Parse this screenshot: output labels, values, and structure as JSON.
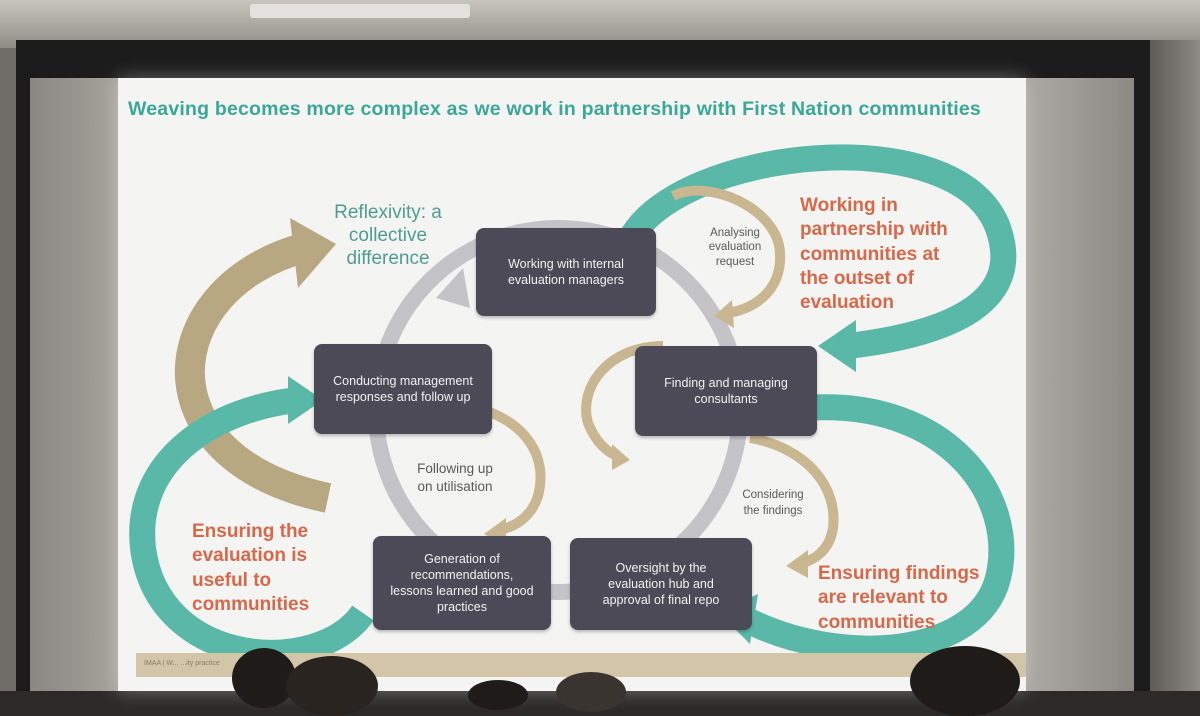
{
  "slide": {
    "title": "Weaving becomes more complex as we work in partnership with First Nation communities",
    "reflexivity": [
      "Reflexivity: a",
      "collective",
      "difference"
    ],
    "boxes": {
      "internal_managers": [
        "Working with internal",
        "evaluation managers"
      ],
      "consultants": [
        "Finding and managing",
        "consultants"
      ],
      "oversight": [
        "Oversight by the",
        "evaluation hub and",
        "approval of final repo"
      ],
      "recommendations": [
        "Generation of",
        "recommendations,",
        "lessons learned and good",
        "practices"
      ],
      "management": [
        "Conducting management",
        "responses and follow up"
      ]
    },
    "inner_labels": {
      "analysing": [
        "Analysing",
        "evaluation",
        "request"
      ],
      "considering": [
        "Considering",
        "the findings"
      ],
      "following": [
        "Following up",
        "on utilisation"
      ]
    },
    "outer_labels": {
      "partnership": [
        "Working in",
        "partnership with",
        "communities at",
        "the outset of",
        "evaluation"
      ],
      "findings": [
        "Ensuring findings",
        "are relevant to",
        "communities"
      ],
      "useful": [
        "Ensuring the",
        "evaluation is",
        "useful to",
        "communities"
      ]
    },
    "footer": "IMAA | W...                                                        ...ity practice"
  },
  "colors": {
    "title": "#3aa898",
    "teal_arrow": "#5ab8a9",
    "tan_arrow": "#b8a882",
    "gray_cycle": "#c4c4c8",
    "box_fill": "#4b4a56",
    "orange_text": "#d9684a"
  }
}
